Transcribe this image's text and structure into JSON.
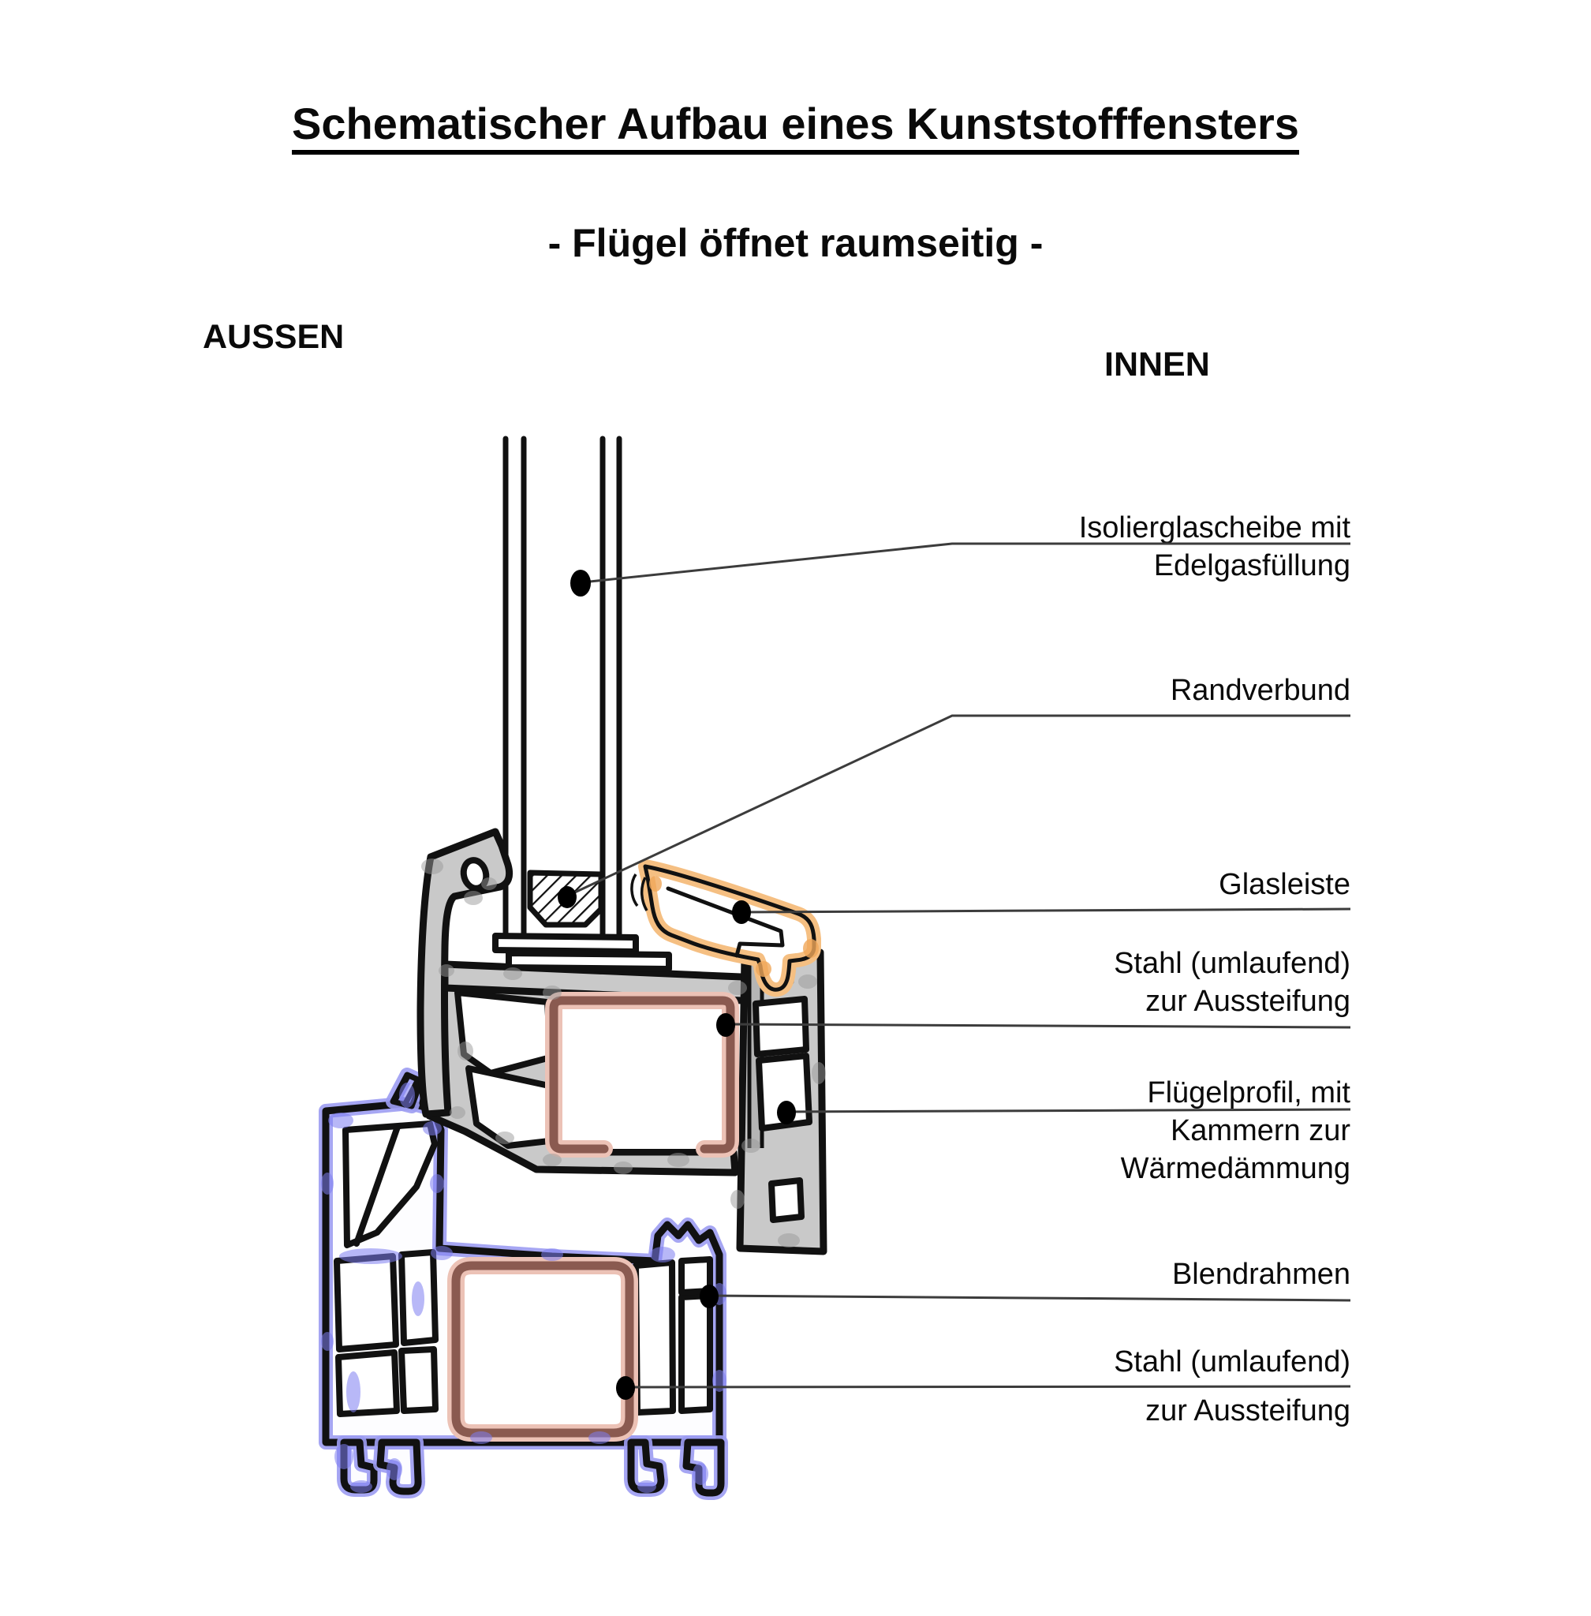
{
  "title": "Schematischer Aufbau eines Kunststofffensters",
  "subtitle": "- Flügel öffnet raumseitig -",
  "side_labels": {
    "left": "AUSSEN",
    "right": "INNEN"
  },
  "callouts": [
    {
      "id": "isolierglas",
      "text": "Isolierglascheibe mit\nEdelgasfüllung"
    },
    {
      "id": "randverbund",
      "text": "Randverbund"
    },
    {
      "id": "glasleiste",
      "text": "Glasleiste"
    },
    {
      "id": "stahl-fluegel",
      "text": "Stahl (umlaufend)\nzur Aussteifung"
    },
    {
      "id": "fluegelprofil",
      "text": "Flügelprofil, mit\nKammern zur\nWärmedämmung"
    },
    {
      "id": "blendrahmen",
      "text": "Blendrahmen"
    },
    {
      "id": "stahl-blendrahmen",
      "text": "Stahl (umlaufend)\nzur Aussteifung"
    }
  ],
  "colors": {
    "glazing_bead_orange": "#f5bf82",
    "steel_brown": "#8a5a50",
    "frame_blue": "#9d9df2",
    "profile_gray": "#c9c9c9",
    "outline": "#111111"
  }
}
